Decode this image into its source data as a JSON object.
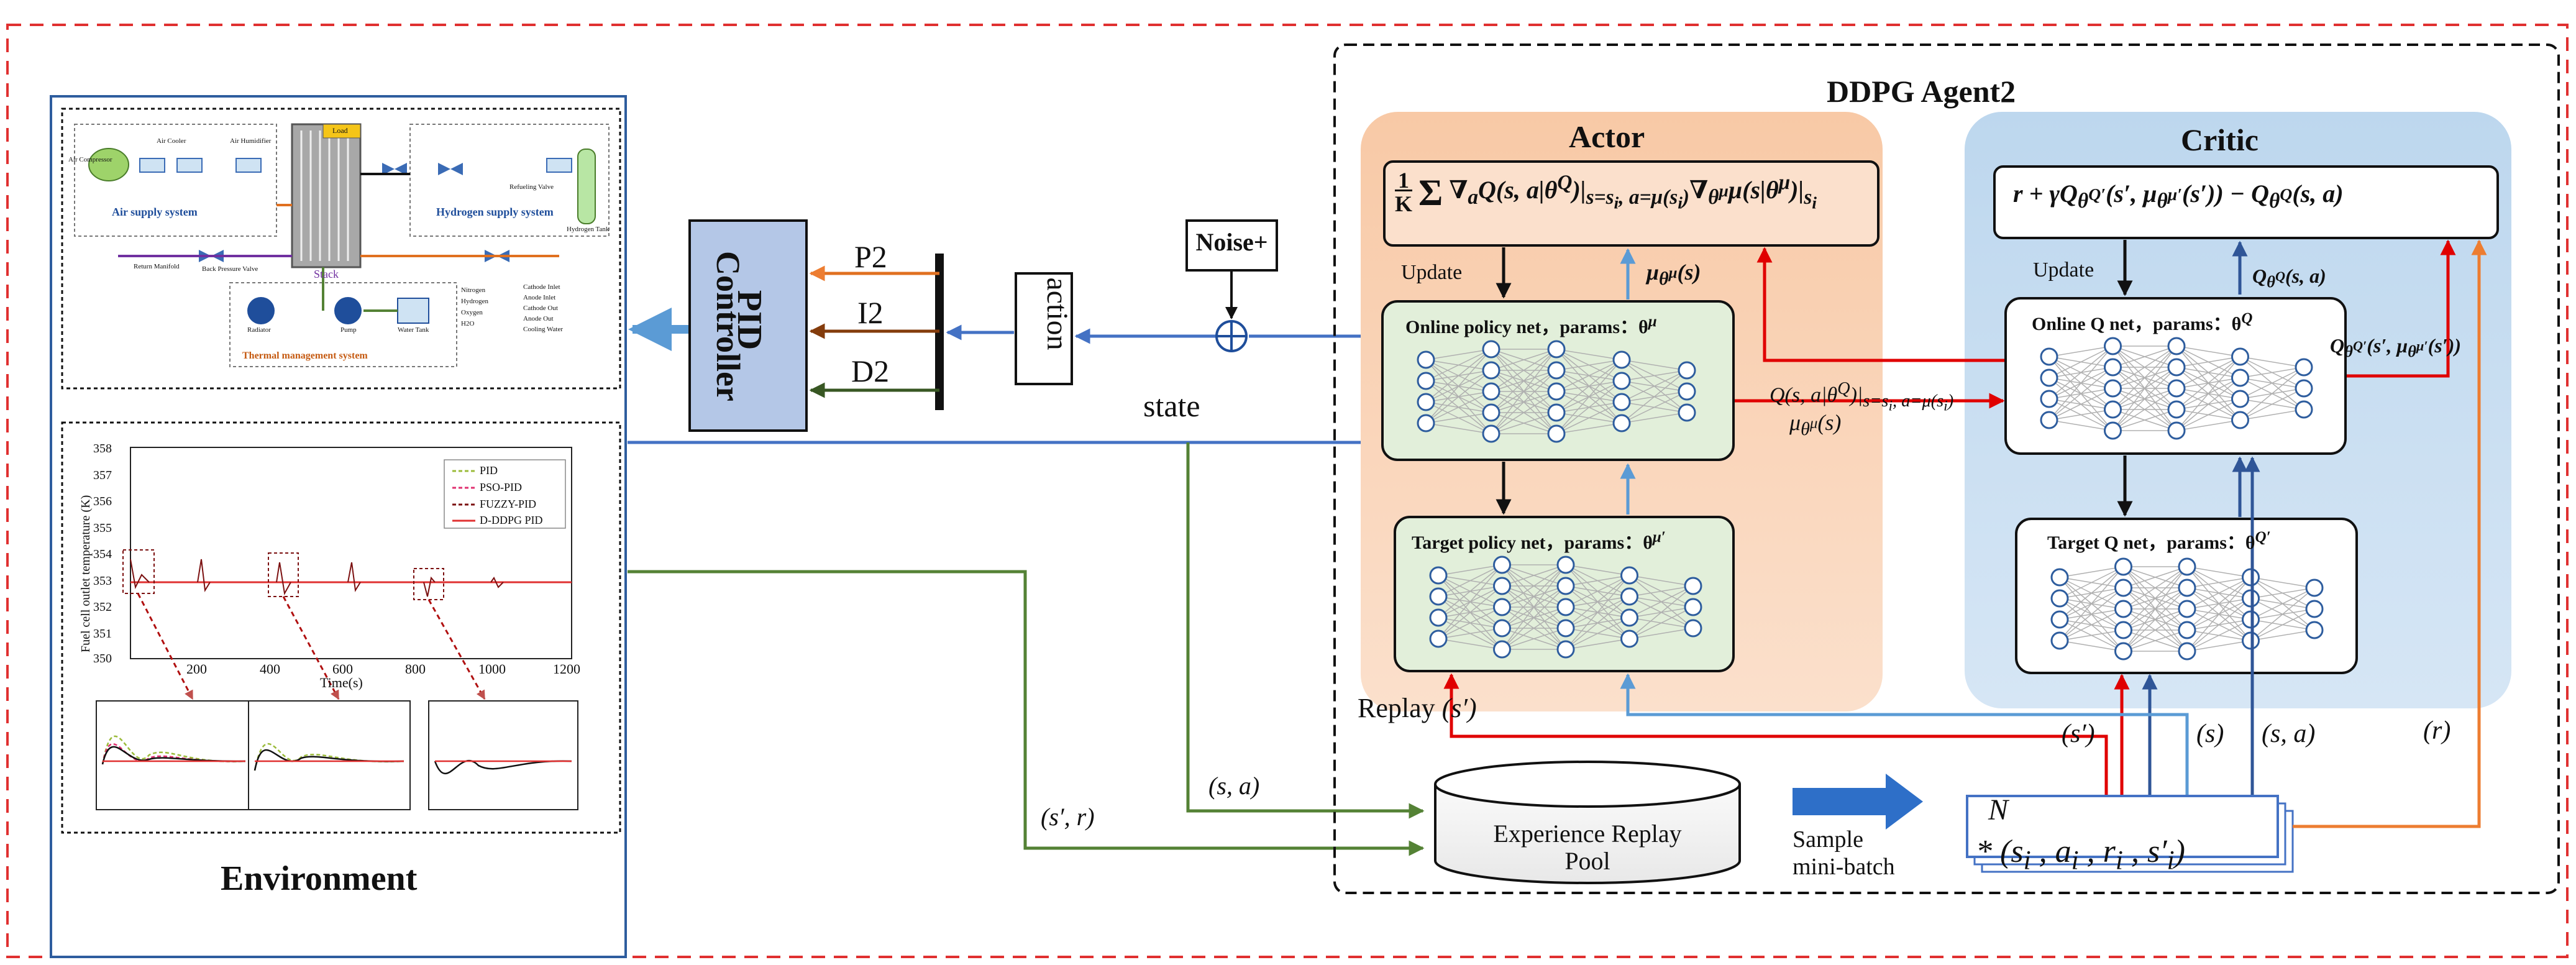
{
  "environment": {
    "title": "Environment",
    "subsystems": {
      "air_supply": "Air supply system",
      "hydrogen_supply": "Hydrogen supply system",
      "thermal": "Thermal management system",
      "stack": "Stack",
      "load": "Load",
      "components": [
        "Air Compressor",
        "Air Cooler",
        "Air Humidifier",
        "Refueling Valve",
        "Hydrogen Tank",
        "Return Manifold",
        "Back Pressure Valve",
        "Radiator",
        "Pump",
        "Water Tank"
      ],
      "legend": [
        "Nitrogen",
        "Hydrogen",
        "Oxygen",
        "H2O",
        "Cathode Inlet",
        "Anode Inlet",
        "Cathode Out",
        "Anode Out",
        "Cooling Water"
      ]
    },
    "plot": {
      "ylabel": "Fuel cell outlet temperature (K)",
      "xlabel": "Time(s)",
      "yticks": [
        "358",
        "357",
        "356",
        "355",
        "354",
        "353",
        "352",
        "351",
        "350"
      ],
      "xticks": [
        "200",
        "400",
        "600",
        "800",
        "1000",
        "1200"
      ],
      "legend": [
        "PID",
        "PSO-PID",
        "FUZZY-PID",
        "D-DDPG PID"
      ]
    }
  },
  "pid": {
    "line1": "PID",
    "line2": "Controller",
    "outputs": [
      "P2",
      "I2",
      "D2"
    ]
  },
  "action_label": "action",
  "noise_label": "Noise+",
  "state_label": "state",
  "agent": {
    "title": "DDPG Agent2",
    "actor_title": "Actor",
    "critic_title": "Critic",
    "update_label": "Update",
    "online_policy": "Online policy net，params：θ",
    "online_policy_sup": "μ",
    "target_policy": "Target policy net，params：θ",
    "target_policy_sup": "μ′",
    "online_q": "Online Q net，params：θ",
    "online_q_sup": "Q",
    "target_q": "Target Q net，params：θ",
    "target_q_sup": "Q′"
  },
  "replay": {
    "pool_line1": "Experience Replay",
    "pool_line2": "Pool",
    "sample_line1": "Sample",
    "sample_line2": "mini-batch",
    "replay_label": "Replay",
    "buffer_n": "N",
    "sa_label": "(s, a)",
    "sr_label": "(s′, r)",
    "s_prime": "(s′)",
    "s_label": "(s)",
    "sa2_label": "(s, a)",
    "r_label": "(r)"
  }
}
